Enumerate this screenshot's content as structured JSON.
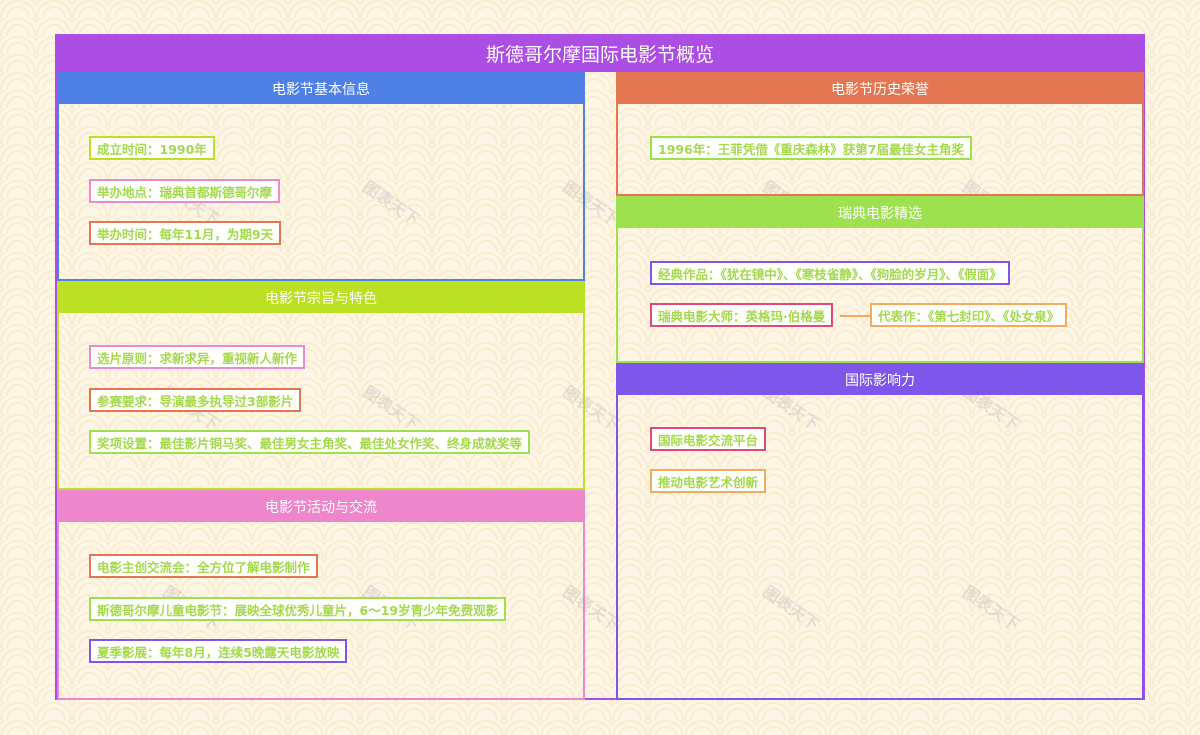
{
  "title": "斯德哥尔摩国际电影节概览",
  "colors": {
    "title_bg": "#ac4de3",
    "node_text": "#a5d94e"
  },
  "watermark": "图表天下",
  "panels": [
    {
      "id": "basic-info",
      "title": "电影节基本信息",
      "color": "#4e80e6",
      "items": [
        {
          "text": "成立时间：1990年",
          "border": "#bce023"
        },
        {
          "text": "举办地点：瑞典首都斯德哥尔摩",
          "border": "#ef88cc"
        },
        {
          "text": "举办时间：每年11月，为期9天",
          "border": "#e57652"
        }
      ]
    },
    {
      "id": "purpose",
      "title": "电影节宗旨与特色",
      "color": "#bce023",
      "items": [
        {
          "text": "选片原则：求新求异，重视新人新作",
          "border": "#ef88cc"
        },
        {
          "text": "参赛要求：导演最多执导过3部影片",
          "border": "#e57652"
        },
        {
          "text": "奖项设置：最佳影片铜马奖、最佳男女主角奖、最佳处女作奖、终身成就奖等",
          "border": "#9de24e"
        }
      ]
    },
    {
      "id": "activities",
      "title": "电影节活动与交流",
      "color": "#ee86cb",
      "items": [
        {
          "text": "电影主创交流会：全方位了解电影制作",
          "border": "#e57652"
        },
        {
          "text": "斯德哥尔摩儿童电影节：展映全球优秀儿童片，6～19岁青少年免费观影",
          "border": "#9de24e"
        },
        {
          "text": "夏季影展：每年8月，连续5晚露天电影放映",
          "border": "#7f56ea"
        }
      ]
    },
    {
      "id": "history",
      "title": "电影节历史荣誉",
      "color": "#e57652",
      "items": [
        {
          "text": "1996年：王菲凭借《重庆森林》获第7届最佳女主角奖",
          "border": "#9de24e"
        }
      ]
    },
    {
      "id": "swedish-films",
      "title": "瑞典电影精选",
      "color": "#9de24e",
      "items": [
        {
          "text": "经典作品：《犹在镜中》、《寒枝雀静》、《狗脸的岁月》、《假面》",
          "border": "#7f56ea"
        },
        {
          "text": "瑞典电影大师：英格玛·伯格曼",
          "border": "#e0497a"
        },
        {
          "text": "代表作：《第七封印》、《处女泉》",
          "border": "#f4ab5e"
        }
      ]
    },
    {
      "id": "influence",
      "title": "国际影响力",
      "color": "#7f56ea",
      "items": [
        {
          "text": "国际电影交流平台",
          "border": "#e0497a"
        },
        {
          "text": "推动电影艺术创新",
          "border": "#f4ab5e"
        }
      ]
    }
  ]
}
